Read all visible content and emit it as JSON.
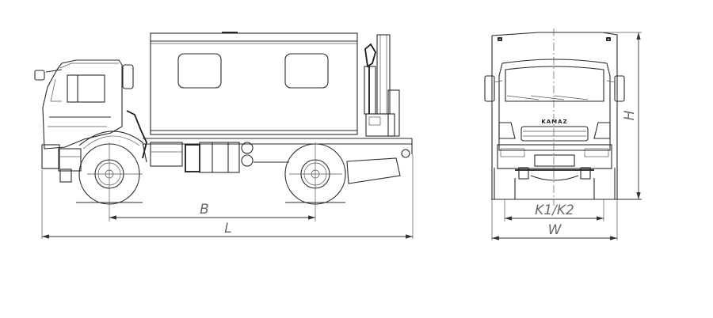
{
  "drawing": {
    "subject": "KAMAZ 4x4 truck with workshop body and crane - dimension drawing",
    "views": [
      "side-view",
      "front-view"
    ],
    "emblem_text": "KAMAZ",
    "line_color": "#2a2a2a",
    "label_color": "#6a6a6a",
    "background": "#ffffff"
  },
  "dimensions": {
    "wheelbase_label": "B",
    "length_label": "L",
    "track_label": "K1/K2",
    "width_label": "W",
    "height_label": "H"
  }
}
